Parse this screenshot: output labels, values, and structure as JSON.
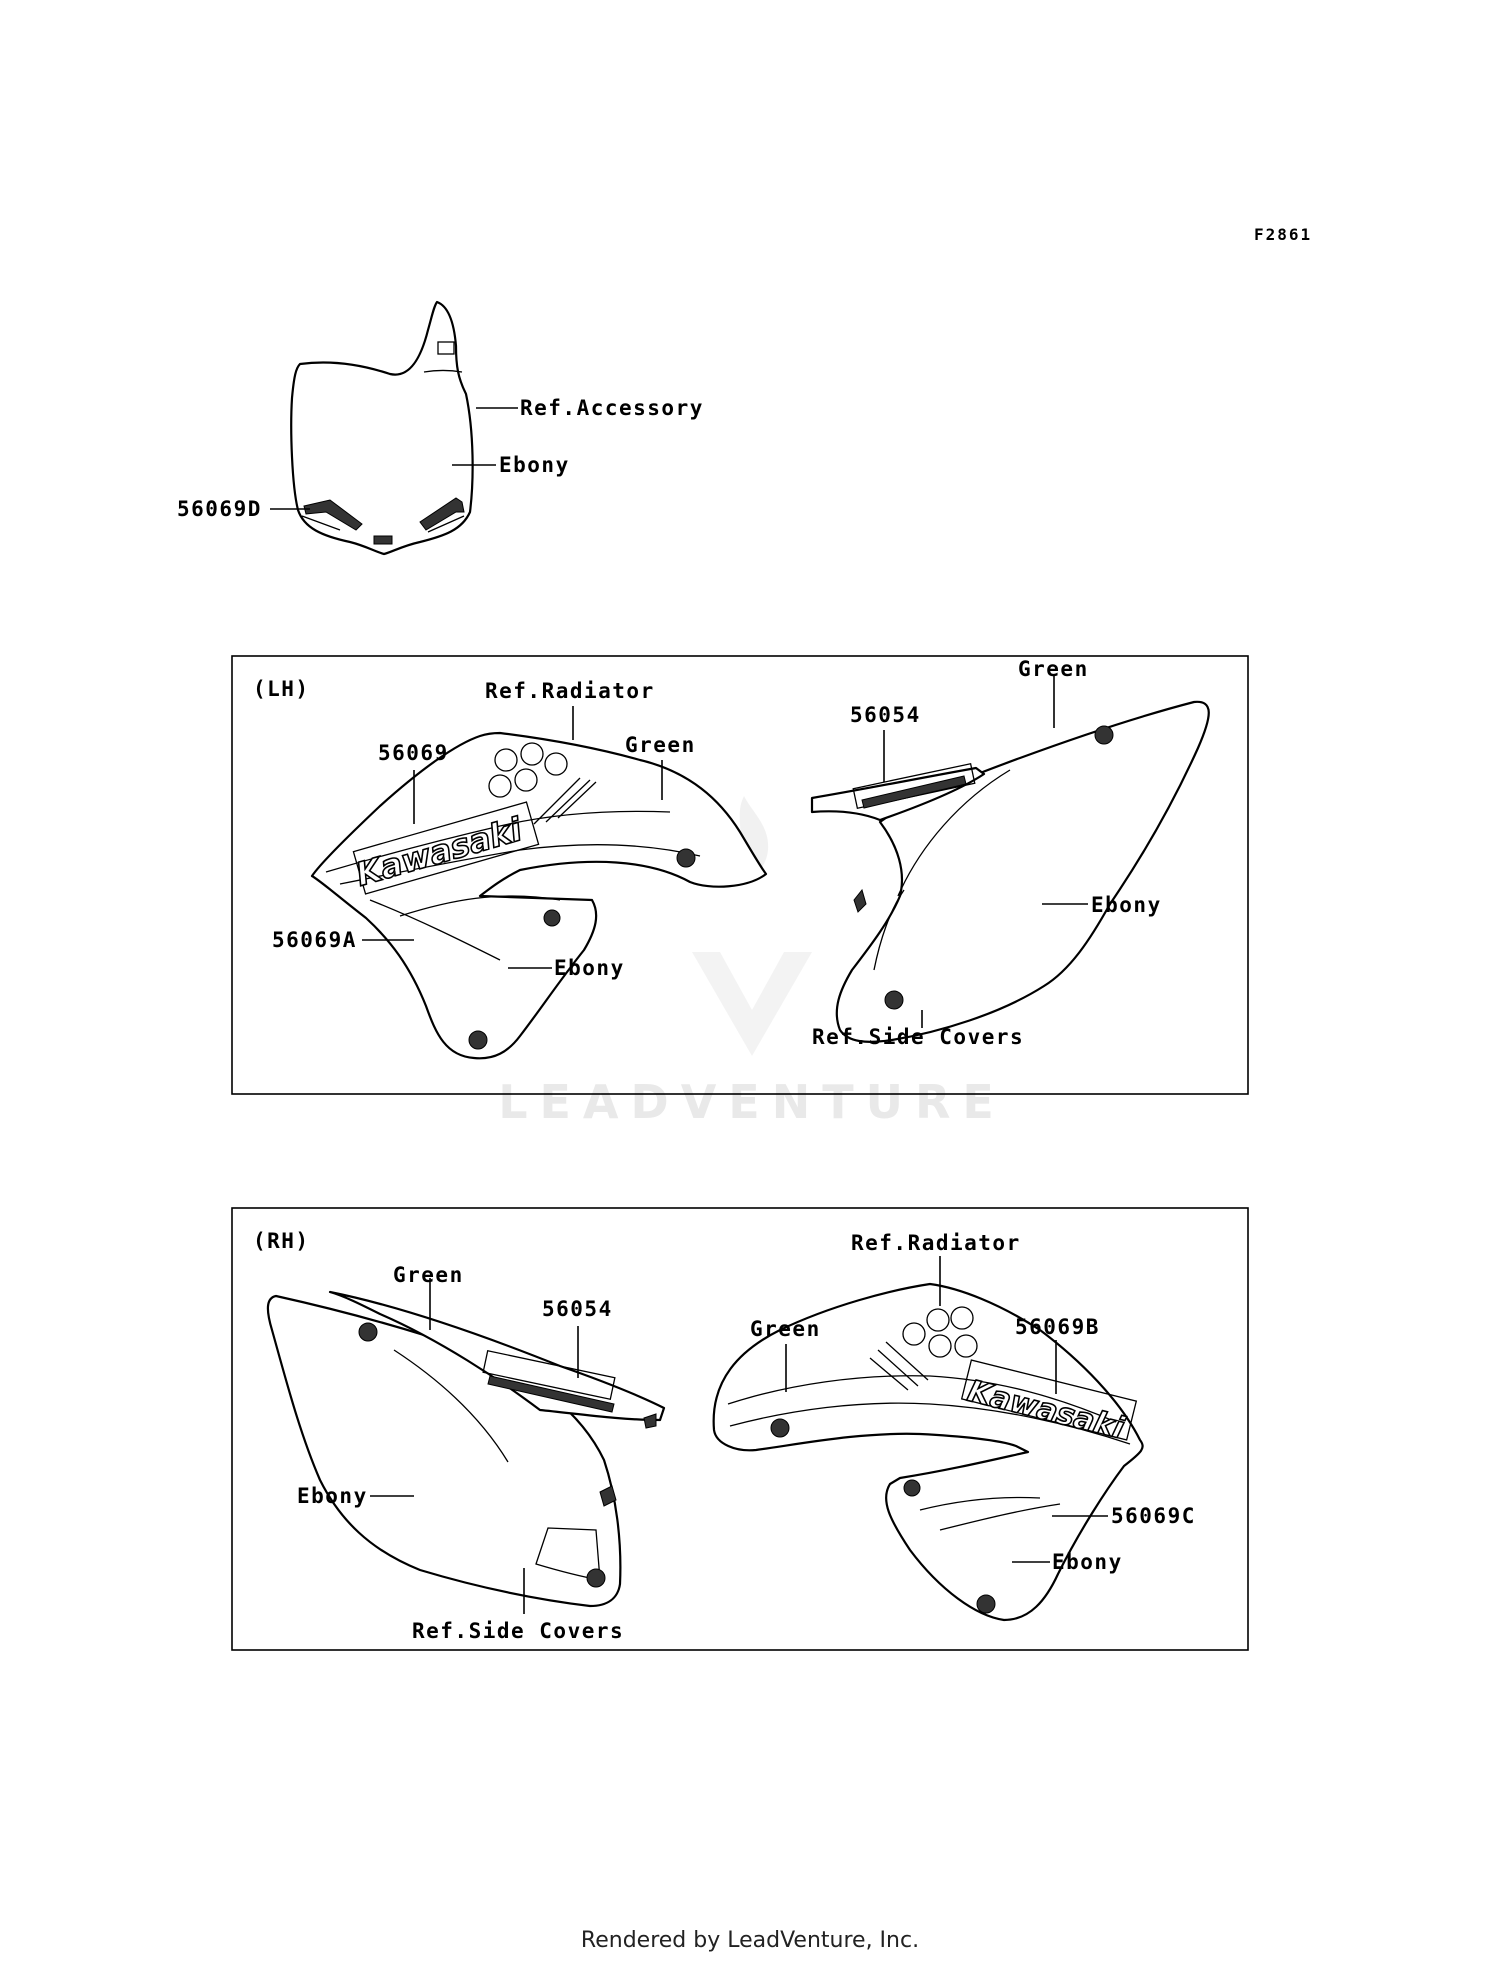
{
  "figure_code": "F2861",
  "sections": {
    "lh": "(LH)",
    "rh": "(RH)"
  },
  "labels": {
    "plate_ref_accessory": "Ref.Accessory",
    "plate_ebony": "Ebony",
    "plate_part": "56069D",
    "lh_ref_radiator": "Ref.Radiator",
    "lh_part_56069": "56069",
    "lh_shroud_green": "Green",
    "lh_part_56069a": "56069A",
    "lh_shroud_ebony": "Ebony",
    "lh_part_56054": "56054",
    "lh_cover_green": "Green",
    "lh_cover_ebony": "Ebony",
    "lh_ref_side_covers": "Ref.Side Covers",
    "rh_cover_green": "Green",
    "rh_part_56054": "56054",
    "rh_cover_ebony": "Ebony",
    "rh_ref_side_covers": "Ref.Side Covers",
    "rh_ref_radiator": "Ref.Radiator",
    "rh_shroud_green": "Green",
    "rh_part_56069b": "56069B",
    "rh_part_56069c": "56069C",
    "rh_shroud_ebony": "Ebony"
  },
  "decal_text": {
    "brand": "Kawasaki"
  },
  "watermark": "LEADVENTURE",
  "footer": "Rendered by LeadVenture, Inc."
}
